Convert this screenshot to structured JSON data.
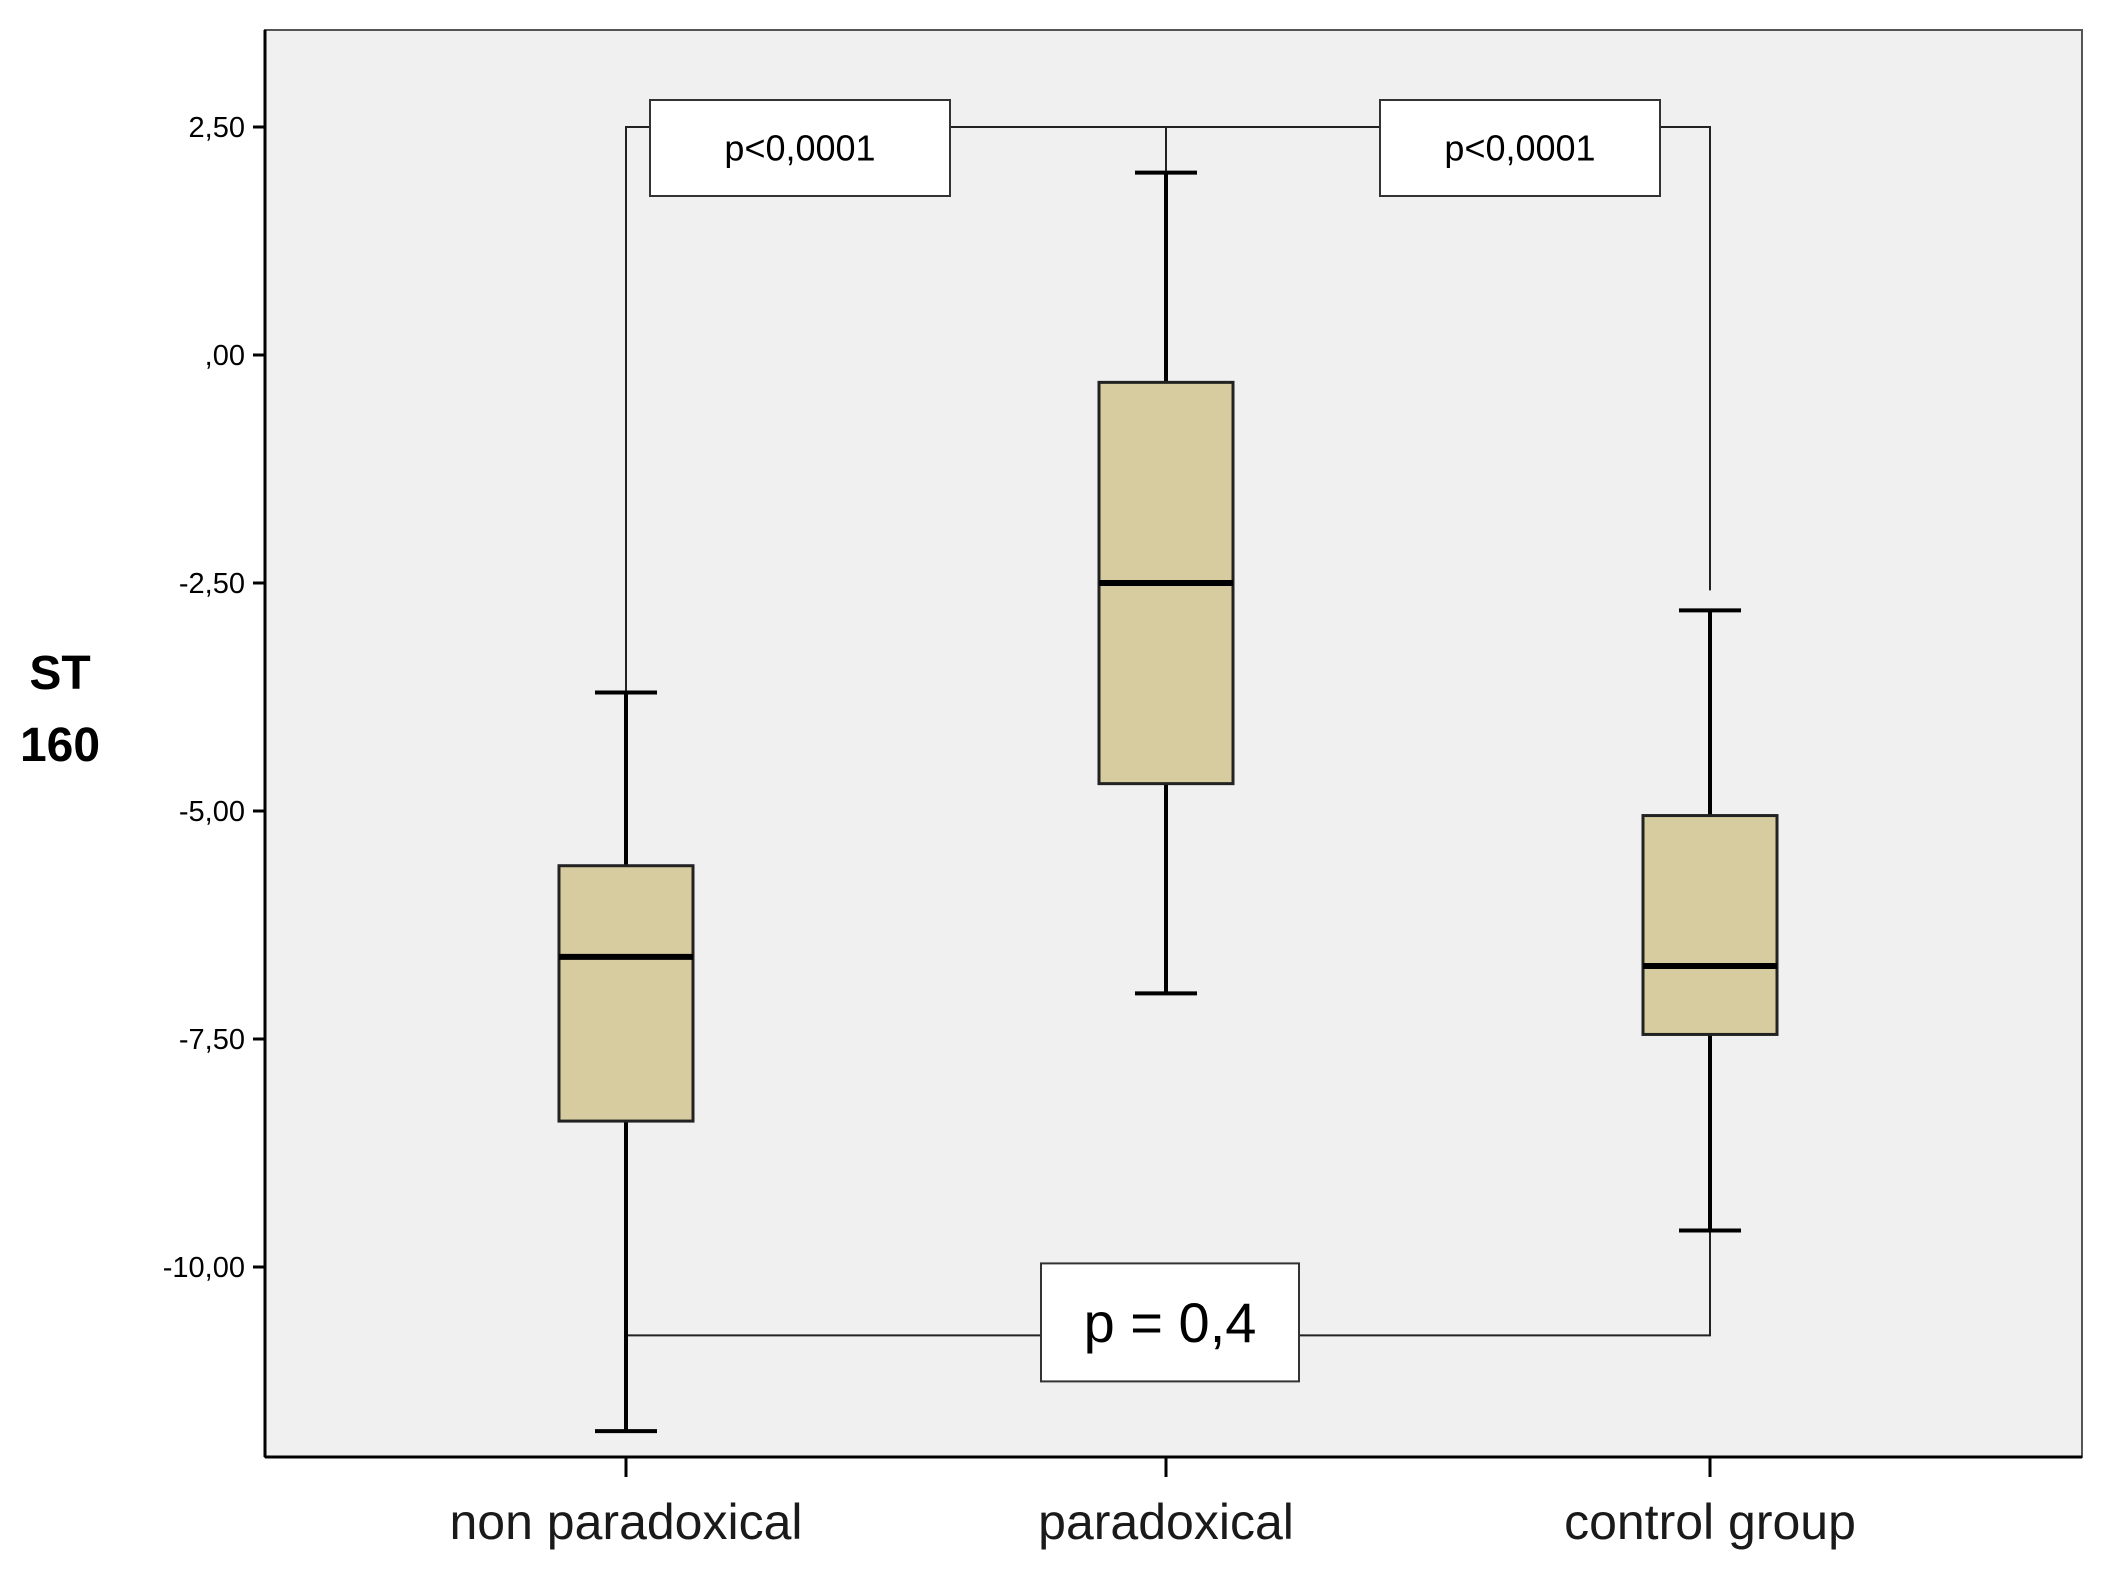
{
  "chart_data": {
    "type": "boxplot",
    "ylabel": [
      "ST",
      "160"
    ],
    "xlabel": "",
    "categories": [
      "non paradoxical",
      "paradoxical",
      "control group"
    ],
    "ylim": [
      -12.0,
      3.5
    ],
    "yticks": [
      2.5,
      0.0,
      -2.5,
      -5.0,
      -7.5,
      -10.0
    ],
    "ytick_labels": [
      "2,50",
      ",00",
      "-2,50",
      "-5,00",
      "-7,50",
      "-10,00"
    ],
    "boxes": [
      {
        "category": "non paradoxical",
        "whisker_low": -11.8,
        "q1": -8.4,
        "median": -6.6,
        "q3": -5.6,
        "whisker_high": -3.7
      },
      {
        "category": "paradoxical",
        "whisker_low": -7.0,
        "q1": -4.7,
        "median": -2.5,
        "q3": -0.3,
        "whisker_high": 2.0
      },
      {
        "category": "control group",
        "whisker_low": -9.6,
        "q1": -7.45,
        "median": -6.7,
        "q3": -5.05,
        "whisker_high": -2.8
      }
    ],
    "annotations": [
      {
        "label": "p<0,0001",
        "from": "non paradoxical",
        "to": "paradoxical",
        "level": 2.5
      },
      {
        "label": "p<0,0001",
        "from": "paradoxical",
        "to": "control group",
        "level": 2.5
      },
      {
        "label": "p = 0,4",
        "from": "non paradoxical",
        "to": "control group",
        "level": -10.75
      }
    ],
    "grid": false,
    "legend": false,
    "colors": {
      "plot_background": "#f0f0f0",
      "box_fill": "#d6cc9f",
      "line": "#000000",
      "annotation_box": "#ffffff"
    }
  }
}
